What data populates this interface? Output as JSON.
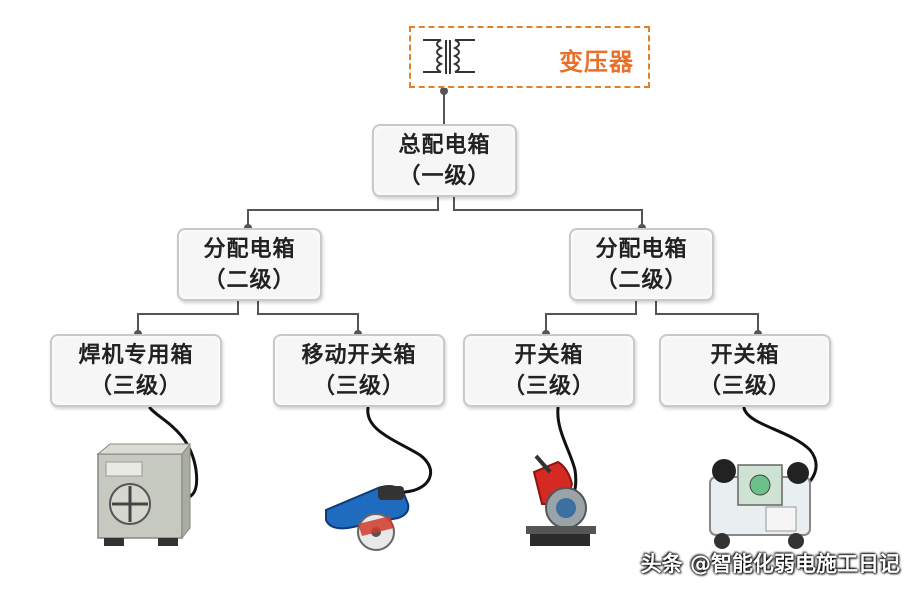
{
  "transformer": {
    "label": "变压器"
  },
  "level1": {
    "name": "总配电箱",
    "level": "（一级）"
  },
  "level2": [
    {
      "name": "分配电箱",
      "level": "（二级）"
    },
    {
      "name": "分配电箱",
      "level": "（二级）"
    }
  ],
  "level3": [
    {
      "name": "焊机专用箱",
      "level": "（三级）"
    },
    {
      "name": "移动开关箱",
      "level": "（三级）"
    },
    {
      "name": "开关箱",
      "level": "（三级）"
    },
    {
      "name": "开关箱",
      "level": "（三级）"
    }
  ],
  "devices": [
    "welder-icon",
    "angle-grinder-icon",
    "cutoff-saw-icon",
    "air-compressor-icon"
  ],
  "watermark": "头条 @智能化弱电施工日记",
  "colors": {
    "accent": "#e8702a",
    "line": "#555555",
    "box_border": "#c9c9c9"
  }
}
